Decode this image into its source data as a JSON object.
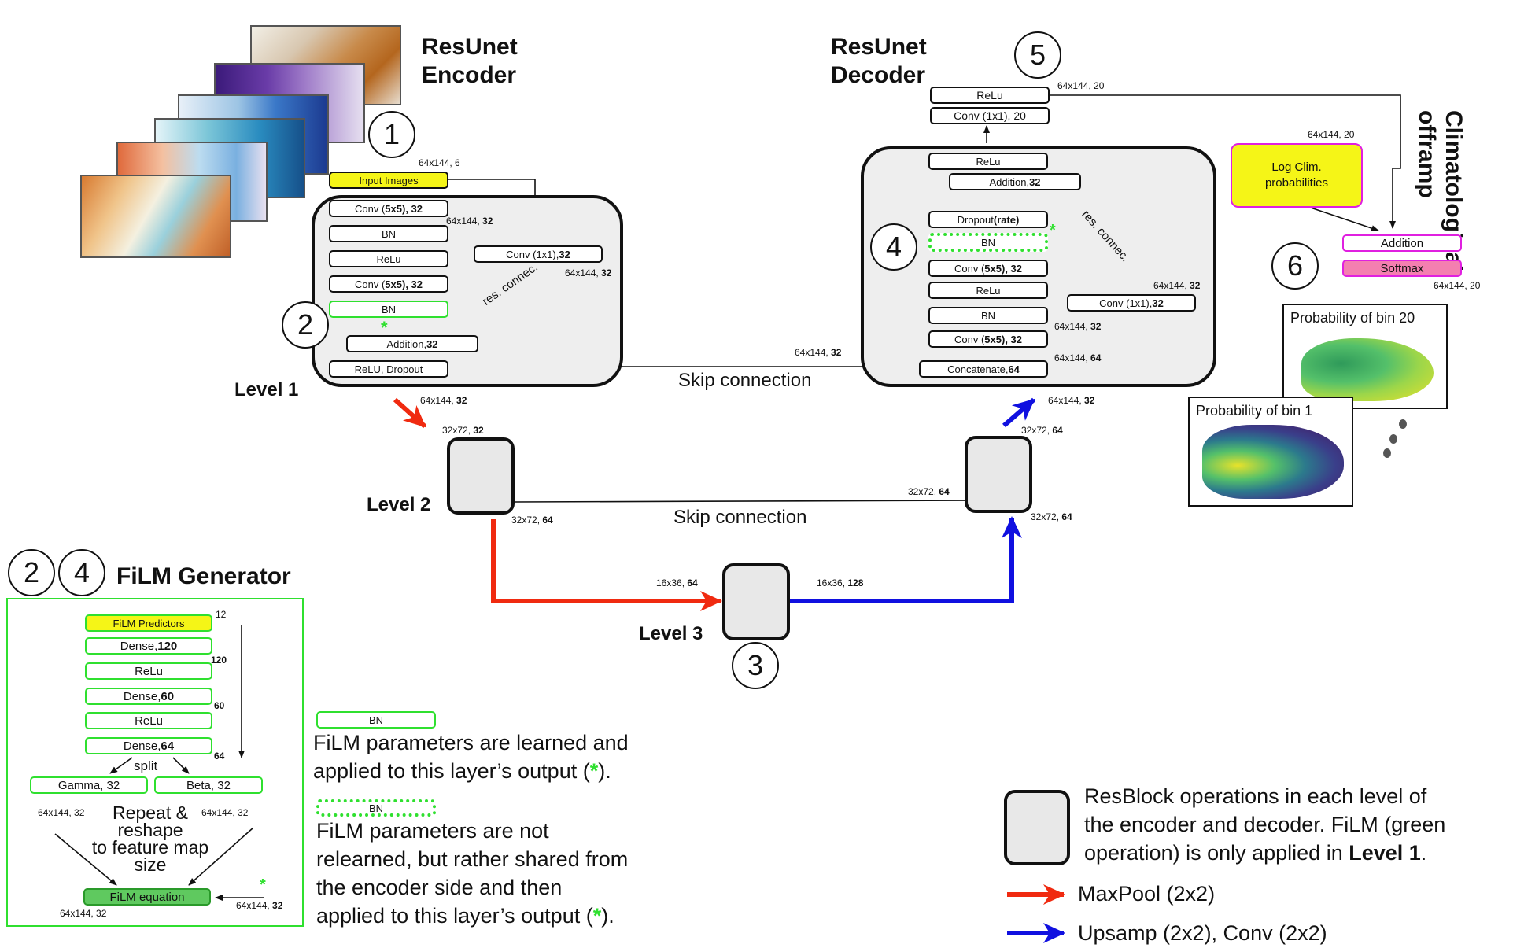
{
  "encoder": {
    "title_line1": "ResUnet",
    "title_line2": "Encoder",
    "input_label": "Input Images",
    "input_dim": "64x144, 6",
    "ops": {
      "conv1_a": "Conv (",
      "conv1_b": "5x5), 32",
      "bn1": "BN",
      "relu1": "ReLu",
      "conv2_a": "Conv (",
      "conv2_b": "5x5), 32",
      "bn2": "BN",
      "addition_a": "Addition, ",
      "addition_b": "32",
      "relu_dropout": "ReLU, Dropout",
      "conv11_a": "Conv (1x1), ",
      "conv11_b": "32"
    },
    "dims": {
      "after_conv1_a": "64x144, ",
      "after_conv1_b": "32",
      "after_conv11_a": "64x144, ",
      "after_conv11_b": "32",
      "out_a": "64x144, ",
      "out_b": "32"
    },
    "res_label": "res. connec."
  },
  "decoder": {
    "title_line1": "ResUnet",
    "title_line2": "Decoder",
    "top_relu": "ReLu",
    "top_conv": "Conv (1x1), 20",
    "top_dim": "64x144, 20",
    "ops": {
      "relu_top": "ReLu",
      "addition_a": "Addition, ",
      "addition_b": "32",
      "dropout_a": "Dropout ",
      "dropout_b": "(rate)",
      "bn_dotted": "BN",
      "conv1_a": "Conv (",
      "conv1_b": "5x5), 32",
      "relu": "ReLu",
      "bn": "BN",
      "conv2_a": "Conv (",
      "conv2_b": "5x5), 32",
      "concat_a": "Concatenate, ",
      "concat_b": "64",
      "conv11_a": "Conv (1x1), ",
      "conv11_b": "32"
    },
    "dims": {
      "conv11_a": "64x144, ",
      "conv11_b": "32",
      "conv2_a": "64x144, ",
      "conv2_b": "32",
      "concat_a": "64x144, ",
      "concat_b": "64",
      "skip_in_a": "64x144, ",
      "skip_in_b": "32",
      "up_out_a": "64x144, ",
      "up_out_b": "32"
    },
    "res_label": "res. connec."
  },
  "levels": {
    "level1": "Level 1",
    "level2": "Level 2",
    "level3": "Level 3",
    "skip1": "Skip connection",
    "skip2": "Skip connection",
    "l2_in_a": "32x72, ",
    "l2_in_b": "32",
    "l2_out_a": "32x72, ",
    "l2_out_b": "64",
    "l3_in_a": "16x36, ",
    "l3_in_b": "64",
    "l3_out_a": "16x36, ",
    "l3_out_b": "128",
    "d2_in_a": "32x72, ",
    "d2_in_b": "64",
    "d2_skip_a": "32x72, ",
    "d2_skip_b": "64",
    "d2_out_a": "32x72, ",
    "d2_out_b": "64"
  },
  "circles": [
    "1",
    "2",
    "3",
    "4",
    "5",
    "6",
    "2",
    "4"
  ],
  "offramp": {
    "title_line1": "Climatological",
    "title_line2": "offramp",
    "log_clim_line1": "Log Clim.",
    "log_clim_line2": "probabilities",
    "log_dim": "64x144, 20",
    "addition": "Addition",
    "softmax": "Softmax",
    "out_dim": "64x144, 20",
    "prob_bin20": "Probability of bin 20",
    "prob_bin1": "Probability of bin 1"
  },
  "film": {
    "title": "FiLM Generator",
    "predictors": "FiLM Predictors",
    "predictors_dim": "12",
    "dense120_a": "Dense, ",
    "dense120_b": "120",
    "dim120": "120",
    "relu1": "ReLu",
    "dense60_a": "Dense, ",
    "dense60_b": "60",
    "dim60": "60",
    "relu2": "ReLu",
    "dense64_a": "Dense, ",
    "dense64_b": "64",
    "dim64": "64",
    "split": "split",
    "gamma": "Gamma, 32",
    "beta": "Beta, 32",
    "gamma_dim": "64x144, 32",
    "beta_dim": "64x144, 32",
    "repeat_line1": "Repeat &",
    "repeat_line2": "reshape",
    "repeat_line3": "to feature map",
    "repeat_line4": "size",
    "equation": "FiLM equation",
    "eq_out": "64x144, 32",
    "eq_in_a": "64x144, ",
    "eq_in_b": "32"
  },
  "legend": {
    "bn_solid": "BN",
    "learned_line1": "FiLM parameters are learned and",
    "learned_line2a": "applied to this layer’s output (",
    "learned_line2b": ").",
    "bn_dotted": "BN",
    "shared_line1": "FiLM parameters are not",
    "shared_line2": "relearned, but rather shared from",
    "shared_line3": "the encoder side and then",
    "shared_line4a": "applied to this layer’s output (",
    "shared_line4b": ").",
    "resblock_line1": "ResBlock operations in each level of",
    "resblock_line2": "the encoder and decoder. FiLM (green",
    "resblock_line3a": "operation) is only applied in ",
    "resblock_line3b": "Level 1",
    "resblock_line3c": ".",
    "maxpool": "MaxPool (2x2)",
    "upsamp": "Upsamp (2x2), Conv (2x2)"
  },
  "star": "*",
  "colors": {
    "red": "#f02a10",
    "blue": "#1010e0",
    "green": "#2fe02f",
    "yellow": "#f5f517",
    "magenta": "#e020e0",
    "pink": "#f47fb0"
  }
}
